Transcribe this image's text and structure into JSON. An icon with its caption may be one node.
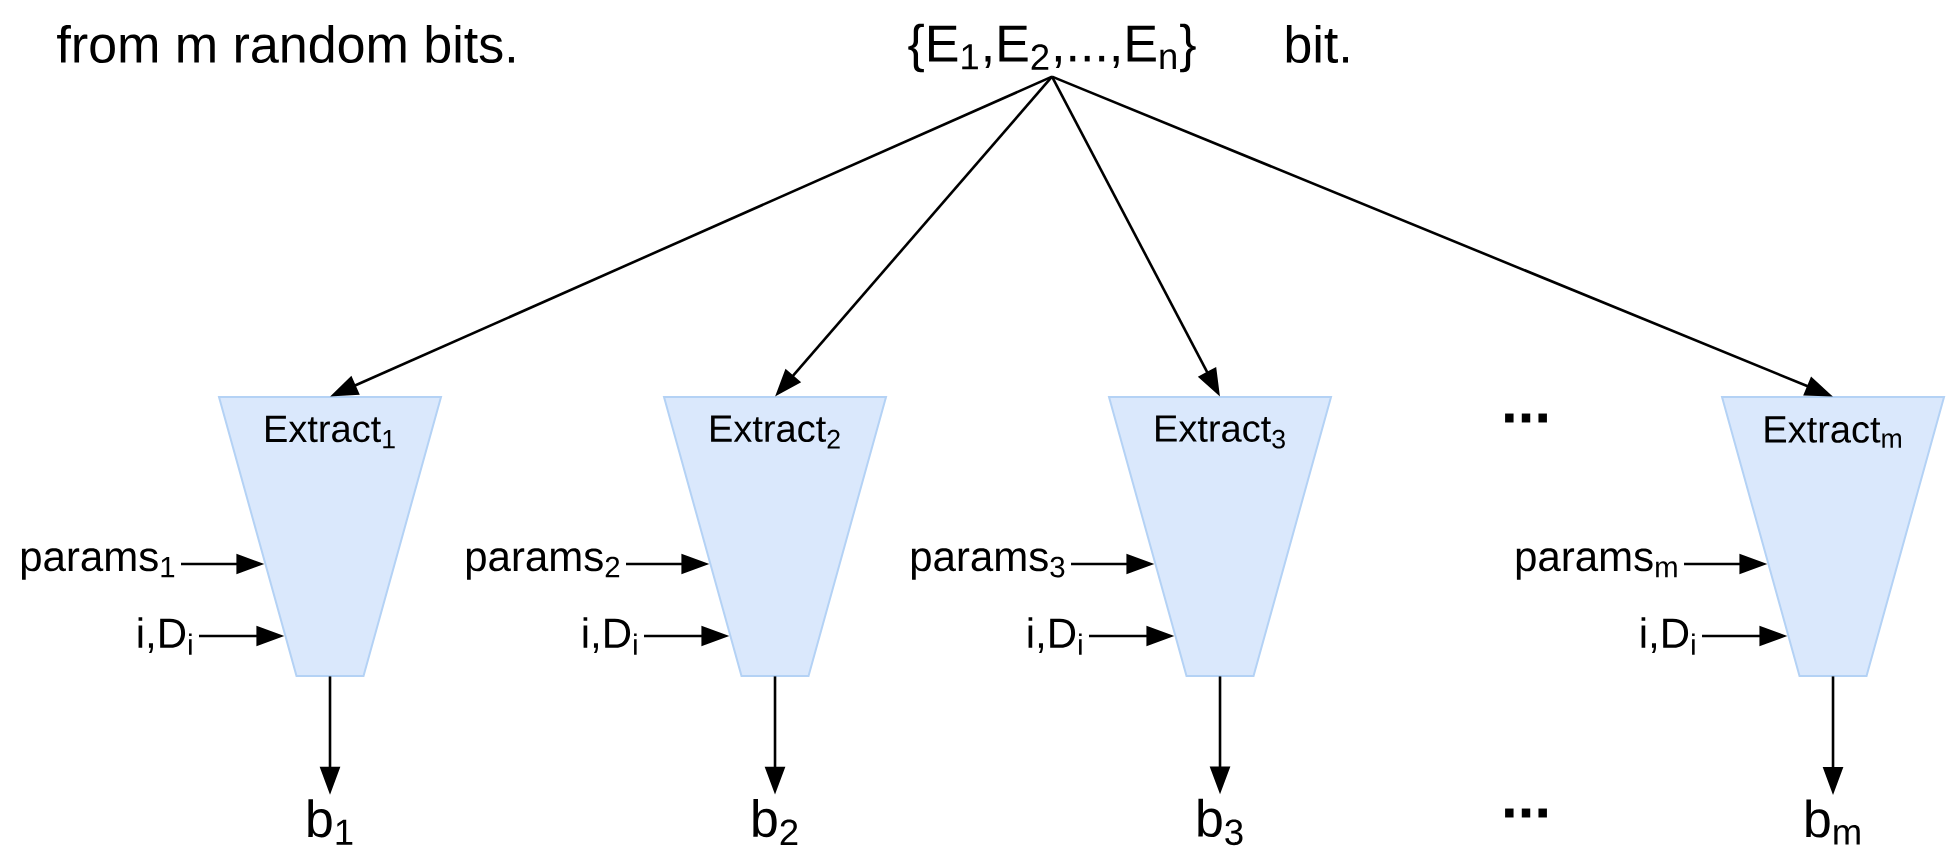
{
  "diagram": {
    "nodes": [
      {
        "text": [
          "{E$_{1}$,E$_{2}$,...,E$_{n}$}"
        ]
      },
      {
        "text": [
          "Extract$_{1}$"
        ]
      },
      {
        "text": [
          "params$_{1}$"
        ]
      },
      {
        "text": [
          "i,D$_{i}$"
        ]
      },
      {
        "text": [
          "b$_{1}$"
        ]
      },
      {
        "text": [
          "Extract$_{2}$"
        ]
      },
      {
        "text": [
          "params$_{2}$"
        ]
      },
      {
        "text": [
          "i,D$_{i}$"
        ]
      },
      {
        "text": [
          "b$_{2}$"
        ]
      },
      {
        "text": [
          "Extract$_{3}$"
        ]
      },
      {
        "text": [
          "params$_{3}$"
        ]
      },
      {
        "text": [
          "i,D$_{i}$"
        ]
      },
      {
        "text": [
          "b$_{3}$"
        ]
      },
      {
        "text": [
          "Extract$_{m}$"
        ]
      },
      {
        "text": [
          "params$_{m}$"
        ]
      },
      {
        "text": [
          "i,D$_{i}$"
        ]
      },
      {
        "text": [
          "b$_{m}$"
        ]
      }
    ],
    "edges": [
      {
        "from": 0,
        "to": 1,
        "arrow": "to"
      },
      {
        "from": 0,
        "to": 5,
        "arrow": "to"
      },
      {
        "from": 0,
        "to": 9,
        "arrow": "to"
      },
      {
        "from": 0,
        "to": 13,
        "arrow": "to"
      },
      {
        "from": 2,
        "to": 1,
        "arrow": "to"
      },
      {
        "from": 3,
        "to": 1,
        "arrow": "to"
      },
      {
        "from": 1,
        "to": 4,
        "arrow": "to"
      },
      {
        "from": 6,
        "to": 5,
        "arrow": "to"
      },
      {
        "from": 7,
        "to": 5,
        "arrow": "to"
      },
      {
        "from": 5,
        "to": 8,
        "arrow": "to"
      },
      {
        "from": 10,
        "to": 9,
        "arrow": "to"
      },
      {
        "from": 11,
        "to": 9,
        "arrow": "to"
      },
      {
        "from": 9,
        "to": 12,
        "arrow": "to"
      },
      {
        "from": 14,
        "to": 13,
        "arrow": "to"
      },
      {
        "from": 15,
        "to": 13,
        "arrow": "to"
      },
      {
        "from": 13,
        "to": 16,
        "arrow": "to"
      }
    ],
    "labels": [
      "from m random bits.",
      "bit.",
      "...",
      "..."
    ]
  }
}
